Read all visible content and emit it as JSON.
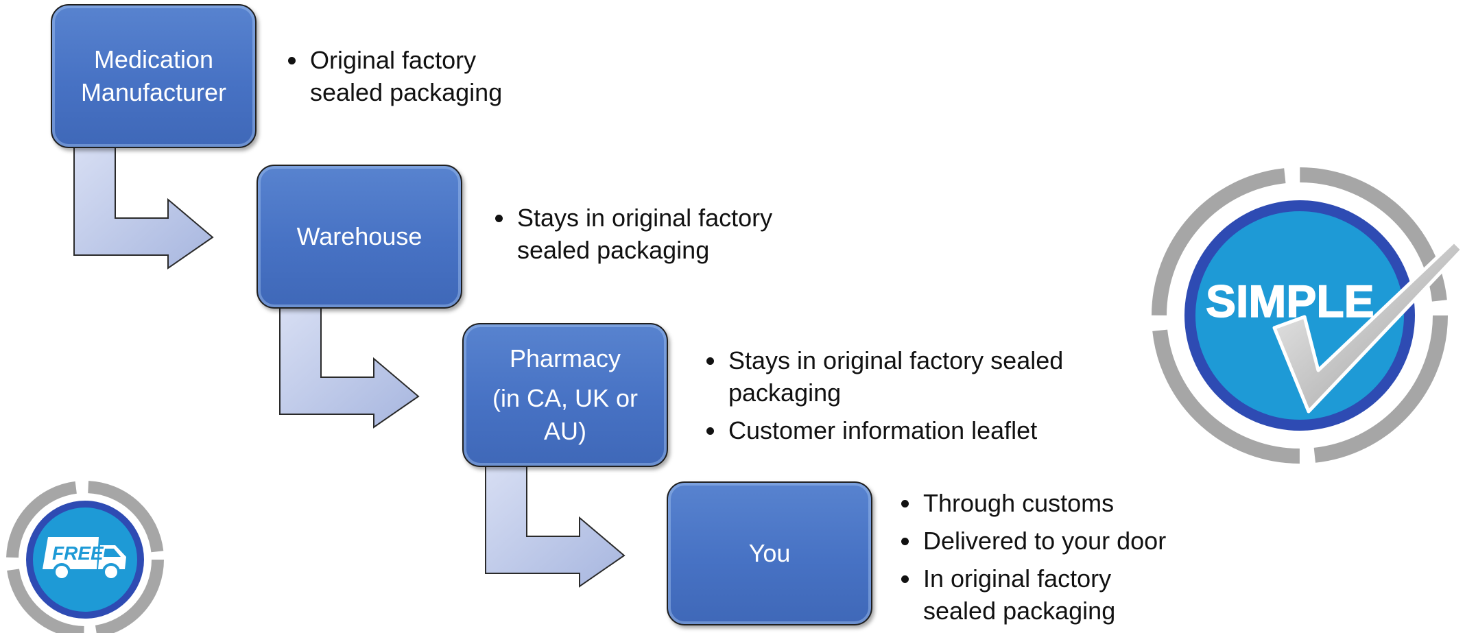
{
  "steps": [
    {
      "lines": [
        "Medication",
        "Manufacturer"
      ],
      "notes": [
        "Original factory sealed packaging"
      ]
    },
    {
      "lines": [
        "Warehouse"
      ],
      "notes": [
        "Stays in original factory sealed packaging"
      ]
    },
    {
      "lines": [
        "Pharmacy",
        "(in CA, UK or AU)"
      ],
      "notes": [
        "Stays in original factory sealed packaging",
        "Customer information leaflet"
      ]
    },
    {
      "lines": [
        "You"
      ],
      "notes": [
        "Through customs",
        "Delivered to your door",
        "In original factory sealed packaging"
      ]
    }
  ],
  "badges": {
    "simple": "SIMPLE",
    "free": "FREE"
  },
  "colors": {
    "box_fill": "#4472c4",
    "arrow_fill": "#b4c2e6",
    "badge_ring": "#a6a6a6",
    "badge_inner": "#2e4bb3",
    "badge_core": "#1e9ad6"
  }
}
